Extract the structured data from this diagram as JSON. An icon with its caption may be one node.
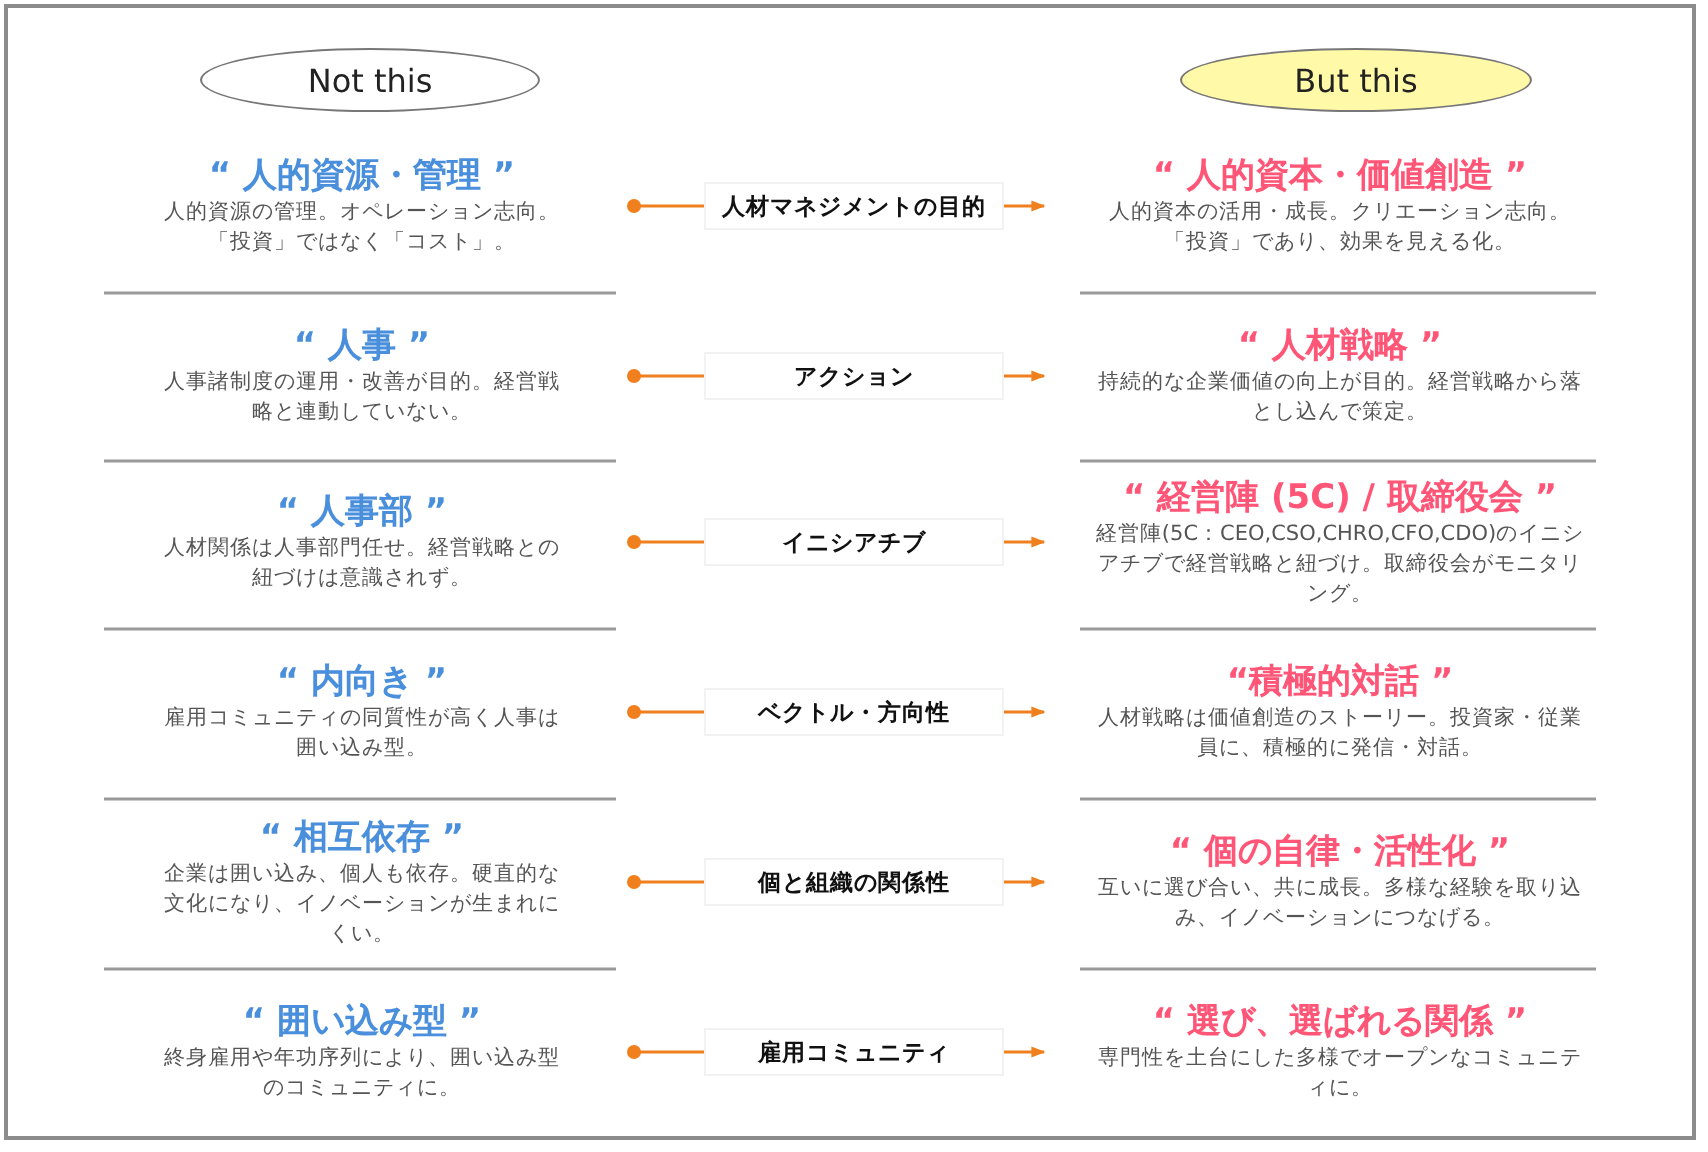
{
  "diagram": {
    "nodes": [
      {
        "text": [
          "Not this"
        ]
      },
      {
        "text": [
          "But this"
        ]
      },
      {
        "text": [
          "“ 人的資源・管理 ”",
          "人的資源の管理。オペレーション志向。「投資」ではなく「コスト」。"
        ]
      },
      {
        "text": [
          "人材マネジメントの目的"
        ]
      },
      {
        "text": [
          "“ 人的資本・価値創造 ”",
          "人的資本の活用・成長。クリエーション志向。「投資」であり、効果を見える化。"
        ]
      },
      {
        "text": [
          "“ 人事 ”",
          "人事諸制度の運用・改善が目的。経営戦略と連動していない。"
        ]
      },
      {
        "text": [
          "アクション"
        ]
      },
      {
        "text": [
          "“ 人材戦略 ”",
          "持続的な企業価値の向上が目的。経営戦略から落とし込んで策定。"
        ]
      },
      {
        "text": [
          "“ 人事部 ”",
          "人材関係は人事部門任せ。経営戦略との紐づけは意識されず。"
        ]
      },
      {
        "text": [
          "イニシアチブ"
        ]
      },
      {
        "text": [
          "“ 経営陣 (5C) / 取締役会 ”",
          "経営陣(5C：CEO,CSO,CHRO,CFO,CDO)のイニシアチブで経営戦略と紐づけ。取締役会がモニタリング。"
        ]
      },
      {
        "text": [
          "“ 内向き ”",
          "雇用コミュニティの同質性が高く人事は囲い込み型。"
        ]
      },
      {
        "text": [
          "ベクトル・方向性"
        ]
      },
      {
        "text": [
          "“積極的対話 ”",
          "人材戦略は価値創造のストーリー。投資家・従業員に、積極的に発信・対話。"
        ]
      },
      {
        "text": [
          "“ 相互依存 ”",
          "企業は囲い込み、個人も依存。硬直的な文化になり、イノベーションが生まれにくい。"
        ]
      },
      {
        "text": [
          "個と組織の関係性"
        ]
      },
      {
        "text": [
          "“ 個の自律・活性化 ”",
          "互いに選び合い、共に成長。多様な経験を取り込み、イノベーションにつなげる。"
        ]
      },
      {
        "text": [
          "“ 囲い込み型 ”",
          "終身雇用や年功序列により、囲い込み型のコミュニティに。"
        ]
      },
      {
        "text": [
          "雇用コミュニティ"
        ]
      },
      {
        "text": [
          "“ 選び、選ばれる関係 ”",
          "専門性を土台にした多様でオープンなコミュニティに。"
        ]
      }
    ],
    "edges": [
      {
        "from": 3,
        "to": 2,
        "arrow": "other"
      },
      {
        "from": 3,
        "to": 4,
        "arrow": "to"
      },
      {
        "from": 6,
        "to": 5,
        "arrow": "other"
      },
      {
        "from": 6,
        "to": 7,
        "arrow": "to"
      },
      {
        "from": 9,
        "to": 8,
        "arrow": "other"
      },
      {
        "from": 9,
        "to": 10,
        "arrow": "to"
      },
      {
        "from": 12,
        "to": 11,
        "arrow": "other"
      },
      {
        "from": 12,
        "to": 13,
        "arrow": "to"
      },
      {
        "from": 15,
        "to": 14,
        "arrow": "other"
      },
      {
        "from": 15,
        "to": 16,
        "arrow": "to"
      },
      {
        "from": 18,
        "to": 17,
        "arrow": "other"
      },
      {
        "from": 18,
        "to": 19,
        "arrow": "to"
      }
    ]
  }
}
